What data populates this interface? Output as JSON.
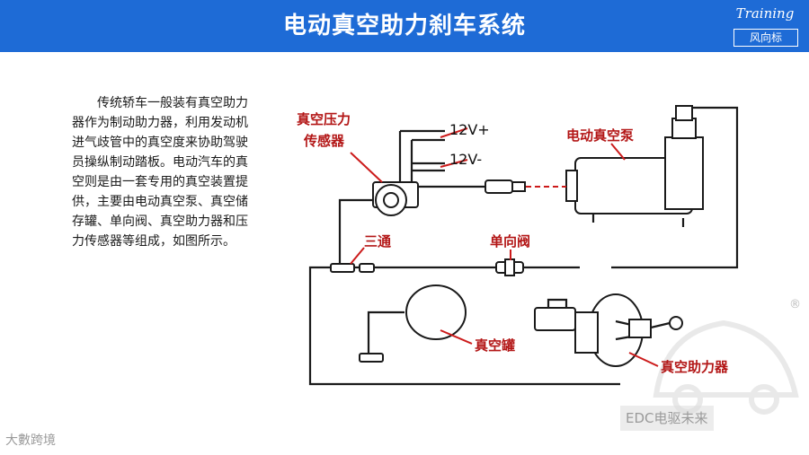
{
  "header": {
    "title": "电动真空助力刹车系统",
    "logo_top": "Training",
    "logo_bottom": "风向标"
  },
  "body_text": "传统轿车一般装有真空助力器作为制动助力器，利用发动机进气歧管中的真空度来协助驾驶员操纵制动踏板。电动汽车的真空则是由一套专用的真空装置提供，主要由电动真空泵、真空储存罐、单向阀、真空助力器和压力传感器等组成，如图所示。",
  "diagram": {
    "labels": {
      "pressure_sensor_line1": "真空压力",
      "pressure_sensor_line2": "传感器",
      "voltage_plus": "12V+",
      "voltage_minus": "12V-",
      "vacuum_pump": "电动真空泵",
      "three_way": "三通",
      "check_valve": "单向阀",
      "vacuum_tank": "真空罐",
      "vacuum_booster": "真空助力器"
    }
  },
  "watermarks": {
    "left": "大數跨境",
    "right": "EDC电驱未来"
  },
  "colors": {
    "header_bg": "#1e6bd6",
    "label_red": "#b31616"
  }
}
